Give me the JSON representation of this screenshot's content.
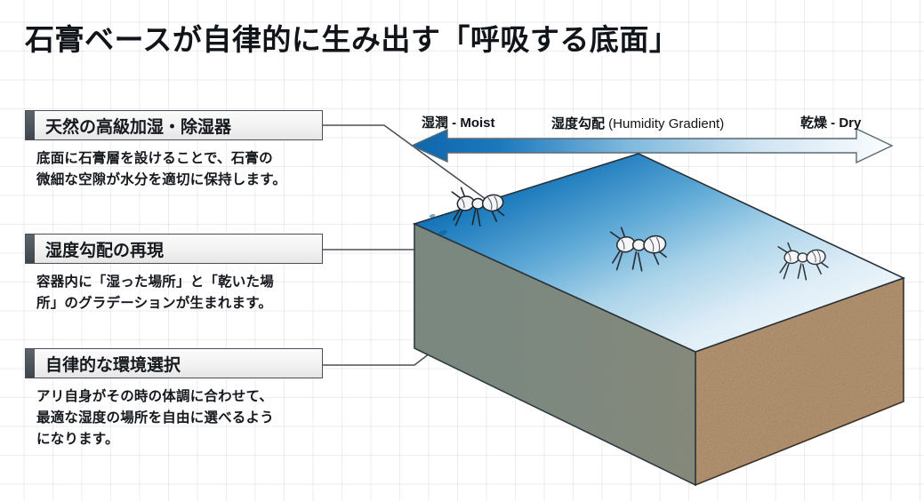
{
  "page": {
    "title": "石膏ベースが自律的に生み出す「呼吸する底面」",
    "background_color": "#ffffff",
    "grid_color": "#e4e8ec"
  },
  "callouts": [
    {
      "id": "callout-1",
      "heading": "天然の高級加湿・除湿器",
      "lines": [
        "底面に石膏層を設けることで、石膏の",
        "微細な空隙が水分を適切に保持します。"
      ]
    },
    {
      "id": "callout-2",
      "heading": "湿度勾配の再現",
      "lines": [
        "容器内に「湿った場所」と「乾いた場",
        "所」のグラデーションが生まれます。"
      ]
    },
    {
      "id": "callout-3",
      "heading": "自律的な環境選択",
      "lines": [
        "アリ自身がその時の体調に合わせて、",
        "最適な湿度の場所を自由に選べるよう",
        "になります。"
      ]
    }
  ],
  "gradient_axis": {
    "left_label": "湿潤 - Moist",
    "center_label_bold": "湿度勾配",
    "center_label_paren": " (Humidity Gradient)",
    "right_label": "乾燥 - Dry",
    "arrow_color_wet": "#1c6fb4",
    "arrow_color_dry": "#f4f9fc",
    "arrow_outline": "#5a6670"
  },
  "diagram": {
    "name": "gypsum-base-block",
    "top_surface": {
      "name": "moisture-gradient-top",
      "wet_color": "#1273b8",
      "dry_color": "#eef6fb"
    },
    "left_face": {
      "name": "wet-gypsum-face",
      "color": "#2b7ea8"
    },
    "right_face": {
      "name": "dry-gypsum-face",
      "color": "#b49270"
    },
    "ants": [
      {
        "name": "ant-wet-zone"
      },
      {
        "name": "ant-mid-zone"
      },
      {
        "name": "ant-dry-zone"
      }
    ]
  }
}
